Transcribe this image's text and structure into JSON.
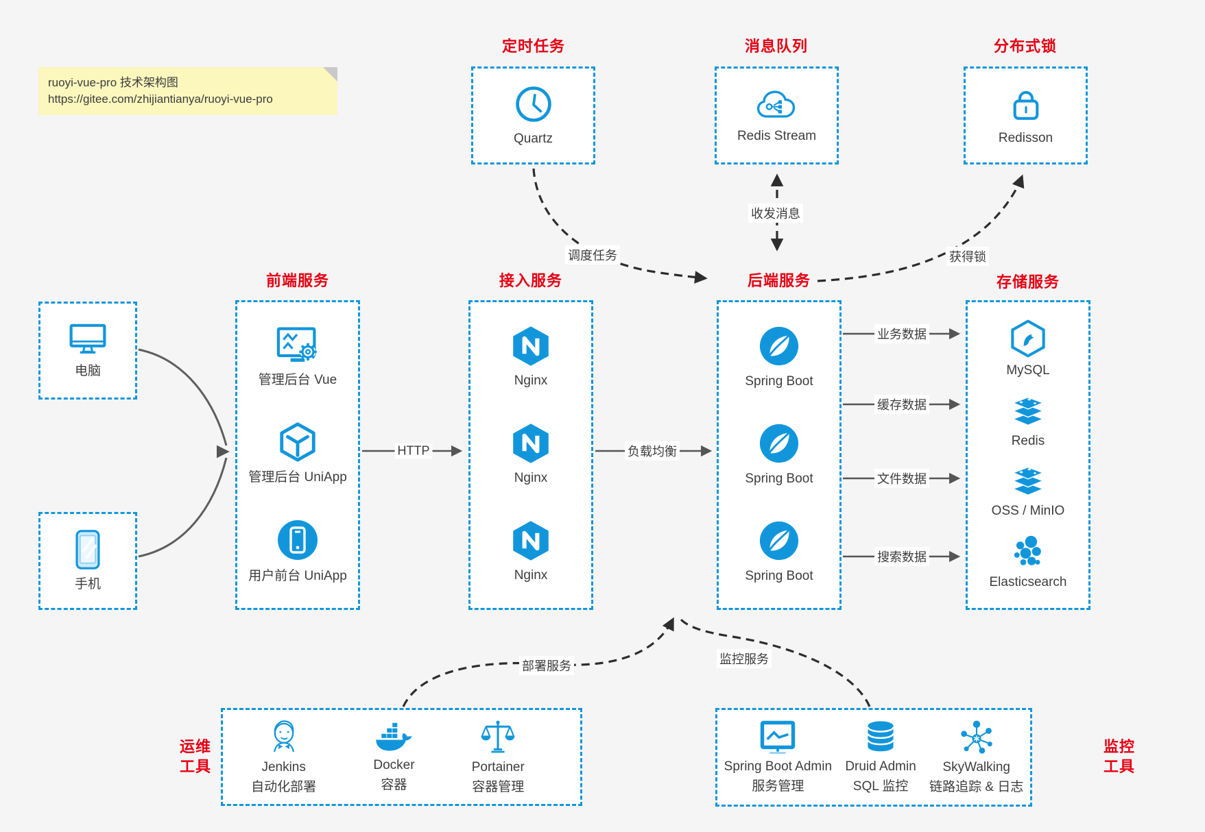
{
  "note": {
    "line1": "ruoyi-vue-pro 技术架构图",
    "line2": "https://gitee.com/zhijiantianya/ruoyi-vue-pro"
  },
  "colors": {
    "accent_blue": "#1296db",
    "title_red": "#e60012",
    "note_yellow": "#fbf7bd",
    "solid_arrow_gray": "#555555",
    "dashed_arrow_dark": "#2d2d2d",
    "canvas_background": "#f5f5f6",
    "box_background": "#ffffff"
  },
  "top_groups": [
    {
      "title": "定时任务",
      "items": [
        {
          "icon": "clock-icon",
          "label": "Quartz"
        }
      ]
    },
    {
      "title": "消息队列",
      "items": [
        {
          "icon": "cloud-share-icon",
          "label": "Redis Stream"
        }
      ]
    },
    {
      "title": "分布式锁",
      "items": [
        {
          "icon": "lock-icon",
          "label": "Redisson"
        }
      ]
    }
  ],
  "clients": [
    {
      "icon": "desktop-icon",
      "label": "电脑"
    },
    {
      "icon": "mobile-icon",
      "label": "手机"
    }
  ],
  "columns": [
    {
      "title": "前端服务",
      "items": [
        {
          "icon": "admin-vue-icon",
          "label": "管理后台 Vue"
        },
        {
          "icon": "uniapp-cube-icon",
          "label": "管理后台 UniApp"
        },
        {
          "icon": "user-uniapp-icon",
          "label": "用户前台 UniApp"
        }
      ]
    },
    {
      "title": "接入服务",
      "items": [
        {
          "icon": "nginx-icon",
          "label": "Nginx"
        },
        {
          "icon": "nginx-icon",
          "label": "Nginx"
        },
        {
          "icon": "nginx-icon",
          "label": "Nginx"
        }
      ]
    },
    {
      "title": "后端服务",
      "items": [
        {
          "icon": "spring-boot-icon",
          "label": "Spring Boot"
        },
        {
          "icon": "spring-boot-icon",
          "label": "Spring Boot"
        },
        {
          "icon": "spring-boot-icon",
          "label": "Spring Boot"
        }
      ]
    },
    {
      "title": "存储服务",
      "items": [
        {
          "icon": "mysql-icon",
          "label": "MySQL"
        },
        {
          "icon": "redis-icon",
          "label": "Redis"
        },
        {
          "icon": "oss-minio-icon",
          "label": "OSS / MinIO"
        },
        {
          "icon": "elasticsearch-icon",
          "label": "Elasticsearch"
        }
      ]
    }
  ],
  "bottom_groups": [
    {
      "title_line1": "运维",
      "title_line2": "工具",
      "items": [
        {
          "icon": "jenkins-icon",
          "label": "Jenkins",
          "sublabel": "自动化部署"
        },
        {
          "icon": "docker-icon",
          "label": "Docker",
          "sublabel": "容器"
        },
        {
          "icon": "portainer-icon",
          "label": "Portainer",
          "sublabel": "容器管理"
        }
      ]
    },
    {
      "title_line1": "监控",
      "title_line2": "工具",
      "items": [
        {
          "icon": "monitor-chart-icon",
          "label": "Spring Boot Admin",
          "sublabel": "服务管理"
        },
        {
          "icon": "database-icon",
          "label": "Druid Admin",
          "sublabel": "SQL 监控"
        },
        {
          "icon": "skywalking-icon",
          "label": "SkyWalking",
          "sublabel": "链路追踪 & 日志"
        }
      ]
    }
  ],
  "edges": {
    "http": "HTTP",
    "load_balance": "负载均衡",
    "business_data": "业务数据",
    "cache_data": "缓存数据",
    "file_data": "文件数据",
    "search_data": "搜索数据",
    "schedule_task": "调度任务",
    "msg_send_receive": "收发消息",
    "acquire_lock": "获得锁",
    "deploy_service": "部署服务",
    "monitor_service": "监控服务"
  }
}
